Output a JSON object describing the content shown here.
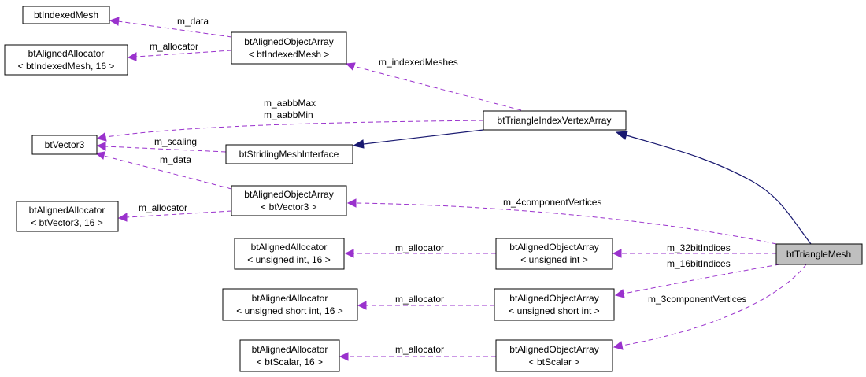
{
  "nodes": {
    "btIndexedMesh": [
      "btIndexedMesh"
    ],
    "alloc_indexedmesh": [
      "btAlignedAllocator",
      "< btIndexedMesh, 16 >"
    ],
    "array_indexedmesh": [
      "btAlignedObjectArray",
      "< btIndexedMesh >"
    ],
    "btVector3": [
      "btVector3"
    ],
    "btStridingMeshInterface": [
      "btStridingMeshInterface"
    ],
    "btTriangleIndexVertexArray": [
      "btTriangleIndexVertexArray"
    ],
    "alloc_vector3": [
      "btAlignedAllocator",
      "< btVector3, 16 >"
    ],
    "array_vector3": [
      "btAlignedObjectArray",
      "< btVector3 >"
    ],
    "alloc_uint": [
      "btAlignedAllocator",
      "< unsigned int, 16 >"
    ],
    "array_uint": [
      "btAlignedObjectArray",
      "< unsigned int >"
    ],
    "btTriangleMesh": [
      "btTriangleMesh"
    ],
    "alloc_ushort": [
      "btAlignedAllocator",
      "< unsigned short int, 16 >"
    ],
    "array_ushort": [
      "btAlignedObjectArray",
      "< unsigned short int >"
    ],
    "alloc_scalar": [
      "btAlignedAllocator",
      "< btScalar, 16 >"
    ],
    "array_scalar": [
      "btAlignedObjectArray",
      "< btScalar >"
    ]
  },
  "edges": {
    "indexedmesh_data": [
      "m_data"
    ],
    "indexedmesh_allocator": [
      "m_allocator"
    ],
    "indexed_meshes": [
      "m_indexedMeshes"
    ],
    "aabb": [
      "m_aabbMax",
      "m_aabbMin"
    ],
    "scaling": [
      "m_scaling"
    ],
    "vector3_data": [
      "m_data"
    ],
    "vector3_allocator": [
      "m_allocator"
    ],
    "four_component": [
      "m_4componentVertices"
    ],
    "uint_allocator": [
      "m_allocator"
    ],
    "bit32": [
      "m_32bitIndices"
    ],
    "bit16": [
      "m_16bitIndices"
    ],
    "ushort_allocator": [
      "m_allocator"
    ],
    "three_component": [
      "m_3componentVertices"
    ],
    "scalar_allocator": [
      "m_allocator"
    ]
  },
  "colors": {
    "usage_edge": "#9a32cd",
    "inheritance_edge": "#191970",
    "highlight_node": "#bfbfbf"
  }
}
